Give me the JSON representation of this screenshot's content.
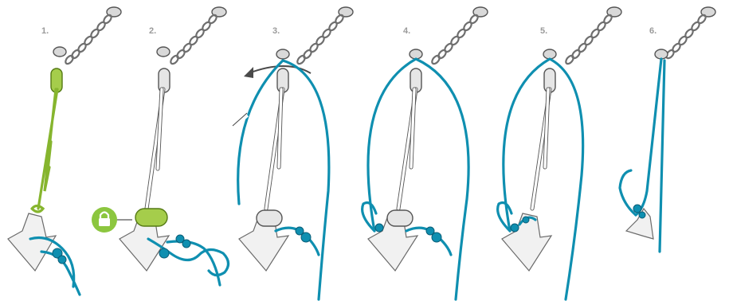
{
  "steps": [
    {
      "label": "1."
    },
    {
      "label": "2."
    },
    {
      "label": "3."
    },
    {
      "label": "4."
    },
    {
      "label": "5."
    },
    {
      "label": "6."
    }
  ],
  "colors": {
    "rope": "#0f8fb0",
    "sling_green": "#86b52e",
    "lock_badge": "#8cc63f",
    "metal": "#e6e6e6",
    "label": "#9a9a9a"
  },
  "icons": [
    "lock-icon",
    "chain-icon",
    "carabiner-icon",
    "anchor-bolt-icon",
    "rotation-arrow-icon"
  ]
}
